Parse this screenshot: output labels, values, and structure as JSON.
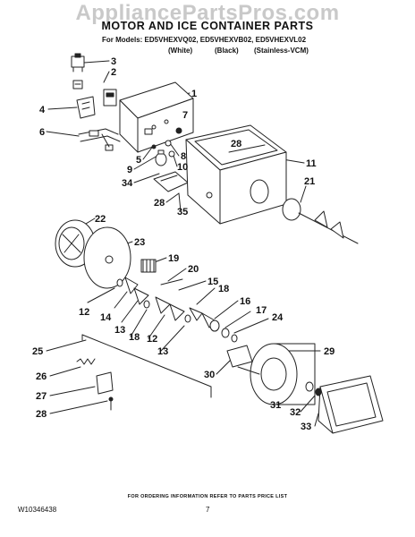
{
  "watermark": "AppliancePartsPros.com",
  "title": "MOTOR AND ICE CONTAINER PARTS",
  "models_line": "For Models: ED5VHEXVQ02, ED5VHEXVB02, ED5VHEXVL02",
  "variants": [
    "(White)",
    "(Black)",
    "(Stainless-VCM)"
  ],
  "footer": "FOR ORDERING INFORMATION REFER TO PARTS PRICE LIST",
  "document_number": "W10346438",
  "page_number": "7",
  "callouts": [
    {
      "id": "c3",
      "label": "3"
    },
    {
      "id": "c2",
      "label": "2"
    },
    {
      "id": "c1",
      "label": "1"
    },
    {
      "id": "c4",
      "label": "4"
    },
    {
      "id": "c7",
      "label": "7"
    },
    {
      "id": "c6",
      "label": "6"
    },
    {
      "id": "c28a",
      "label": "28"
    },
    {
      "id": "c8",
      "label": "8"
    },
    {
      "id": "c5",
      "label": "5"
    },
    {
      "id": "c9",
      "label": "9"
    },
    {
      "id": "c10",
      "label": "10"
    },
    {
      "id": "c11",
      "label": "11"
    },
    {
      "id": "c34",
      "label": "34"
    },
    {
      "id": "c21",
      "label": "21"
    },
    {
      "id": "c28b",
      "label": "28"
    },
    {
      "id": "c35",
      "label": "35"
    },
    {
      "id": "c22",
      "label": "22"
    },
    {
      "id": "c23",
      "label": "23"
    },
    {
      "id": "c19",
      "label": "19"
    },
    {
      "id": "c20",
      "label": "20"
    },
    {
      "id": "c15",
      "label": "15"
    },
    {
      "id": "c18a",
      "label": "18"
    },
    {
      "id": "c12a",
      "label": "12"
    },
    {
      "id": "c14",
      "label": "14"
    },
    {
      "id": "c16",
      "label": "16"
    },
    {
      "id": "c17",
      "label": "17"
    },
    {
      "id": "c13a",
      "label": "13"
    },
    {
      "id": "c18b",
      "label": "18"
    },
    {
      "id": "c12b",
      "label": "12"
    },
    {
      "id": "c24",
      "label": "24"
    },
    {
      "id": "c13b",
      "label": "13"
    },
    {
      "id": "c25",
      "label": "25"
    },
    {
      "id": "c29",
      "label": "29"
    },
    {
      "id": "c26",
      "label": "26"
    },
    {
      "id": "c30",
      "label": "30"
    },
    {
      "id": "c27",
      "label": "27"
    },
    {
      "id": "c28c",
      "label": "28"
    },
    {
      "id": "c31",
      "label": "31"
    },
    {
      "id": "c32",
      "label": "32"
    },
    {
      "id": "c33",
      "label": "33"
    }
  ]
}
